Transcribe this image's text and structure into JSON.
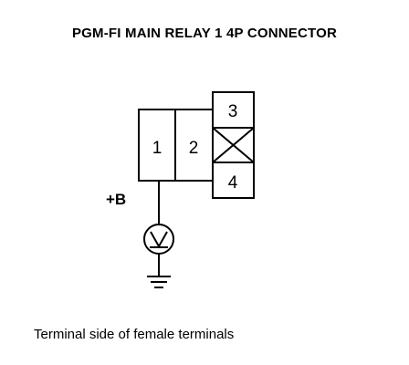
{
  "title": "PGM-FI MAIN RELAY 1 4P CONNECTOR",
  "connector": {
    "terminals": [
      {
        "number": "1"
      },
      {
        "number": "2"
      },
      {
        "number": "3"
      },
      {
        "number": "4"
      }
    ],
    "unused_cavity": "X"
  },
  "probe_label": "+B",
  "meter_icon": "voltmeter-icon",
  "ground_icon": "ground-icon",
  "caption": "Terminal side of female terminals"
}
